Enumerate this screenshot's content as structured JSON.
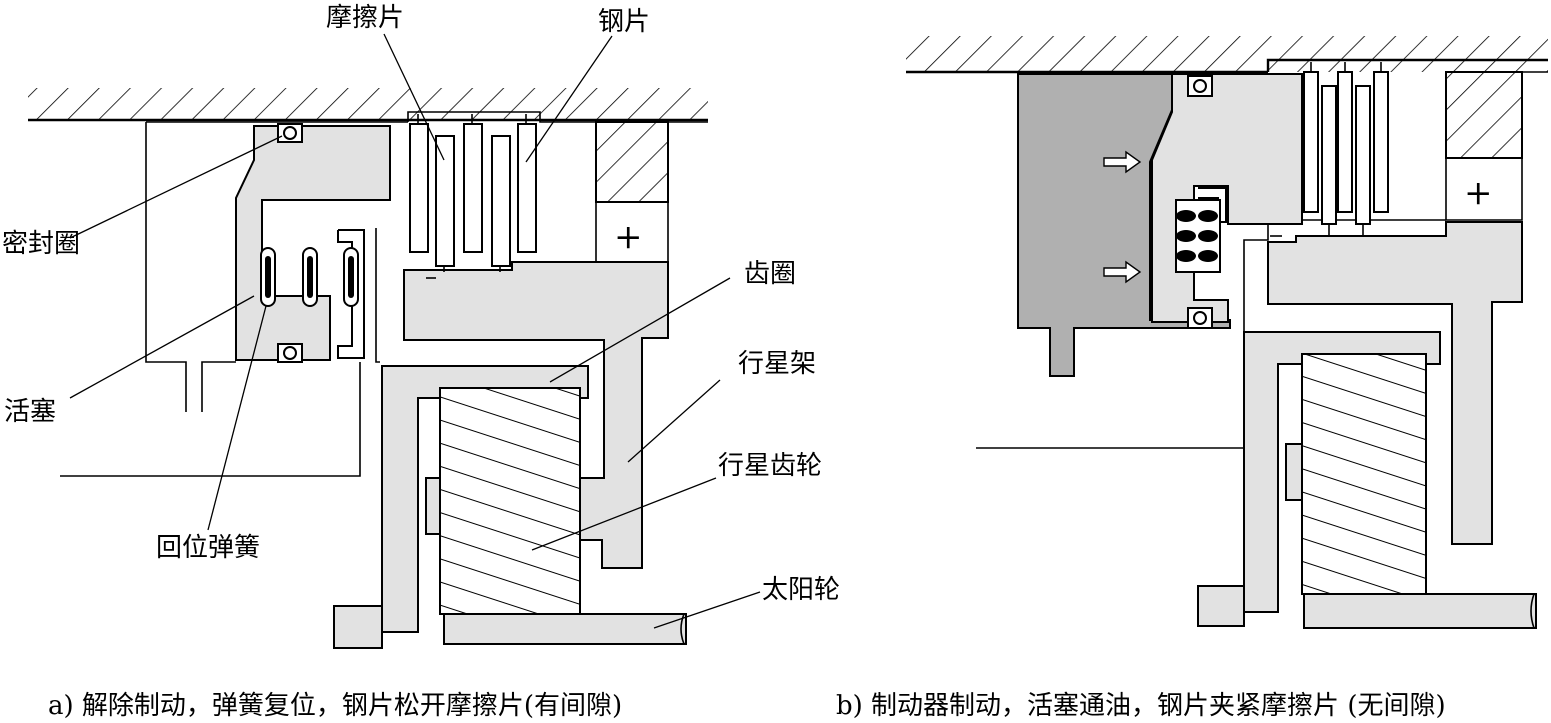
{
  "labels": {
    "friction_disc": "摩擦片",
    "steel_disc": "钢片",
    "seal_ring": "密封圈",
    "piston": "活塞",
    "return_spring": "回位弹簧",
    "ring_gear": "齿圈",
    "planet_carrier": "行星架",
    "planet_gear": "行星齿轮",
    "sun_gear": "太阳轮"
  },
  "captions": {
    "a": "a) 解除制动，弹簧复位，钢片松开摩擦片(有间隙)",
    "b": "b) 制动器制动，活塞通油，钢片夹紧摩擦片 (无间隙)"
  },
  "symbols": {
    "plus": "+"
  },
  "colors": {
    "part_fill": "#e2e2e2",
    "pressurized_oil_fill": "#b0b0b0",
    "line": "#000000"
  }
}
